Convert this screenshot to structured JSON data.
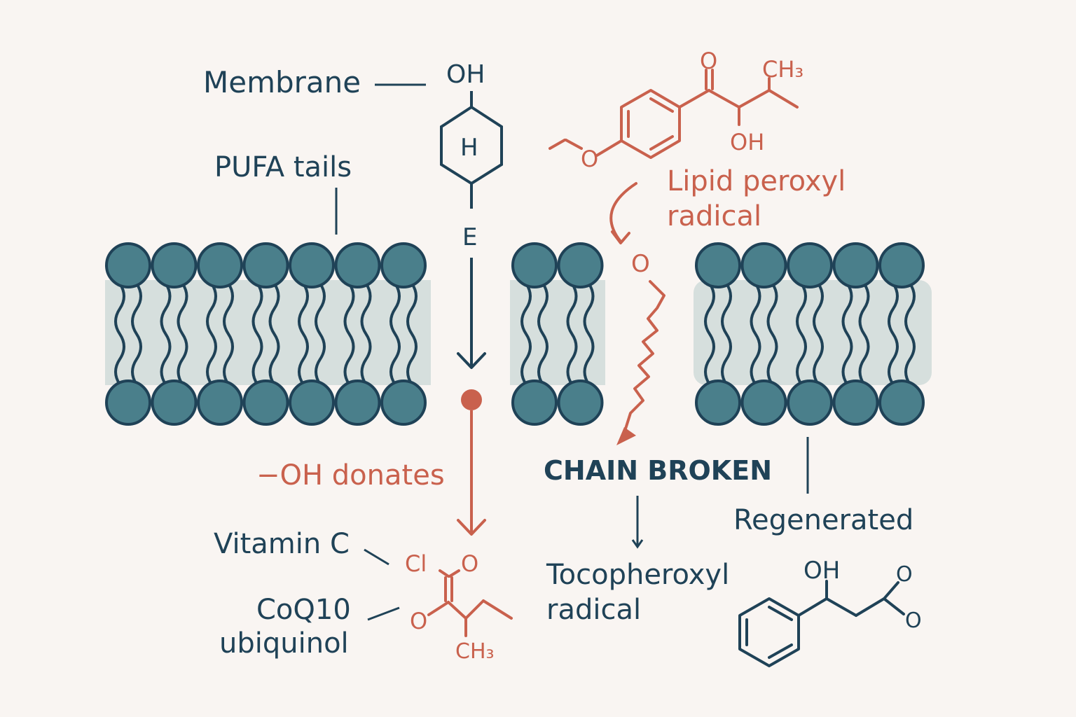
{
  "labels": {
    "membrane": "Membrane",
    "pufa_tails": "PUFA tails",
    "oh_donates": "−OH donates",
    "vitamin_c": "Vitamin C",
    "coq10": "CoQ10",
    "ubiquinol": "ubiquinol",
    "lipid_peroxyl_line1": "Lipid peroxyl",
    "lipid_peroxyl_line2": "radical",
    "chain_broken": "CHAIN BROKEN",
    "regenerated": "Regenerated",
    "tocopheroxyl_line1": "Tocopheroxyl",
    "tocopheroxyl_line2": "radical"
  },
  "chem": {
    "top_oh": "OH",
    "ring_h": "H",
    "e_label": "E",
    "ketone_o": "O",
    "ch3_top": "CH₃",
    "oh_right": "OH",
    "ether_o": "O",
    "radical_o": "O",
    "cl": "Cl",
    "o_upper": "O",
    "o_left": "O",
    "ch3_bottom": "CH₃",
    "phenyl_oh": "OH",
    "acid_o1": "O",
    "acid_o2": "O"
  },
  "colors": {
    "navy": "#1f4257",
    "red": "#c9614d",
    "head": "#4a7f8b",
    "band": "#d6dfdd",
    "background": "#f9f5f2"
  }
}
